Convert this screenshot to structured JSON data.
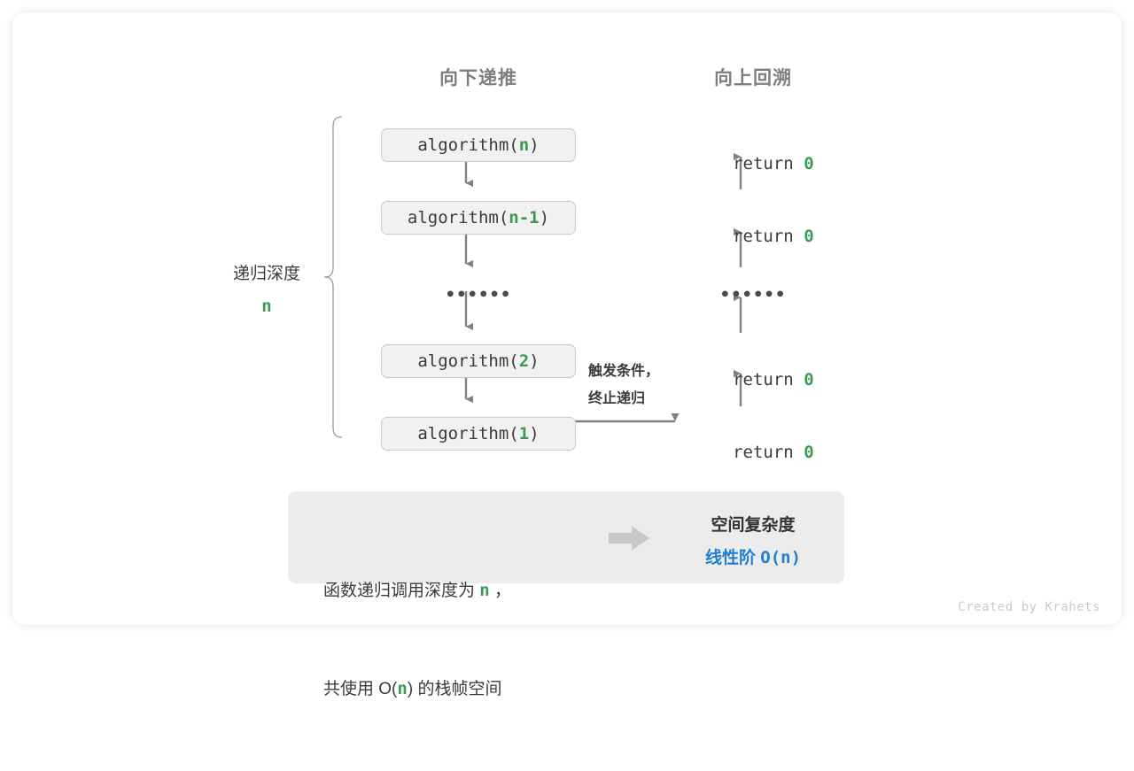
{
  "headers": {
    "down": "向下递推",
    "up": "向上回溯"
  },
  "depth": {
    "label": "递归深度",
    "value": "n"
  },
  "call_stack": [
    {
      "prefix": "algorithm(",
      "arg": "n",
      "suffix": ")"
    },
    {
      "prefix": "algorithm(",
      "arg": "n-1",
      "suffix": ")"
    },
    {
      "prefix": "algorithm(",
      "arg": "2",
      "suffix": ")"
    },
    {
      "prefix": "algorithm(",
      "arg": "1",
      "suffix": ")"
    }
  ],
  "ellipsis": "••••••",
  "returns": [
    {
      "text": "return ",
      "value": "0"
    },
    {
      "text": "return ",
      "value": "0"
    },
    {
      "text": "return ",
      "value": "0"
    },
    {
      "text": "return ",
      "value": "0"
    }
  ],
  "trigger_note": {
    "line1": "触发条件，",
    "line2": "终止递归"
  },
  "summary": {
    "line1_a": "函数递归调用深度为 ",
    "line1_n": "n",
    "line1_b": " ，",
    "line2_a": "共使用 O(",
    "line2_n": "n",
    "line2_b": ") 的栈帧空间",
    "arrow_icon": "right-block-arrow-icon",
    "result_title": "空间复杂度",
    "result_label": "线性阶 ",
    "result_value": "O(n)"
  },
  "footer": "Created by Krahets",
  "colors": {
    "green": "#3c9a52",
    "blue": "#1f7fd0",
    "gray_text": "#3a3a3a",
    "header_gray": "#7e7e7e",
    "box_bg": "#f1f1f1",
    "box_border": "#c9c9c9",
    "panel_bg": "#ececec",
    "arrow_gray": "#808080",
    "block_arrow_gray": "#c8c8c8",
    "footer_gray": "#cbcbcb"
  }
}
